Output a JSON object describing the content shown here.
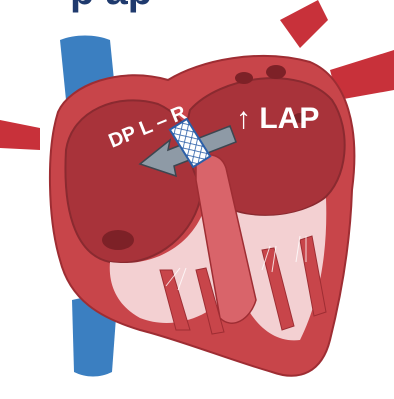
{
  "heading_fragment": "p       ap",
  "labels": {
    "dp": "DP L – R",
    "lap": "↑ LAP"
  },
  "colors": {
    "vessel_red": "#c8313a",
    "vena_blue": "#3b7fc1",
    "myocardium": "#c8454a",
    "myocardium_dark": "#9e2d33",
    "chamber": "#a8333a",
    "valve_light": "#f3d0d2",
    "arrow_gray": "#8e9aa6",
    "stent_blue": "#2c5fa8"
  }
}
